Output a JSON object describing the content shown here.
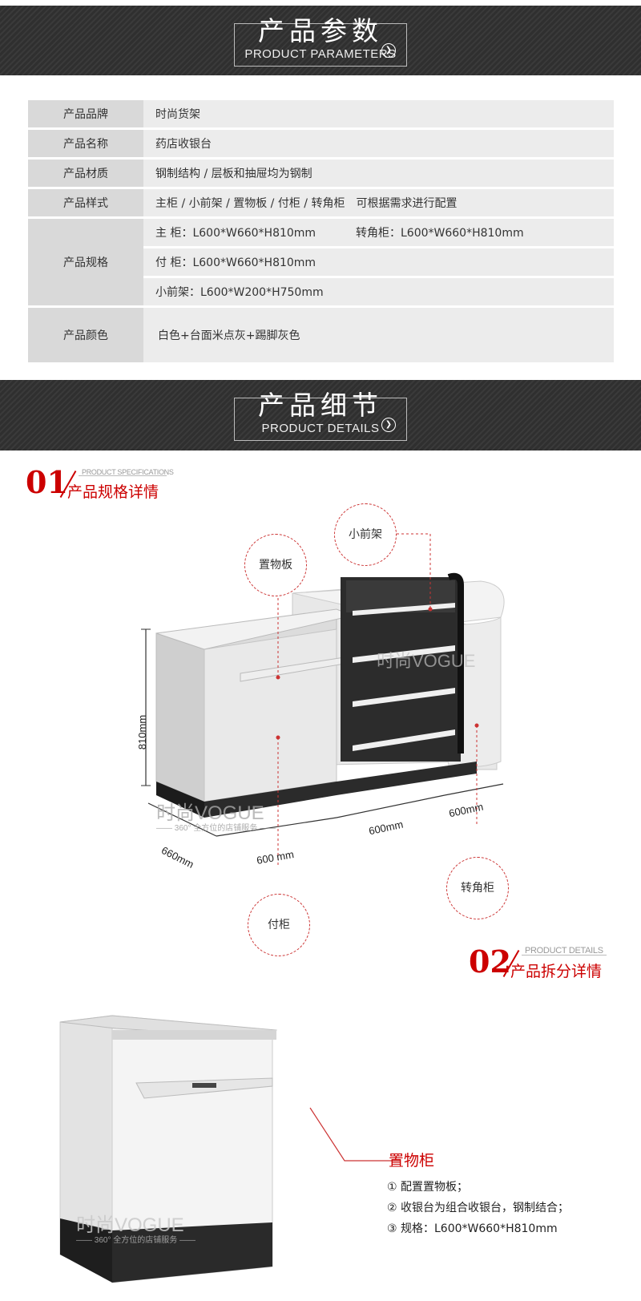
{
  "params_band": {
    "title_cn": "产品参数",
    "title_en": "PRODUCT PARAMETERS"
  },
  "params": {
    "brand_label": "产品品牌",
    "brand_value": "时尚货架",
    "name_label": "产品名称",
    "name_value": "药店收银台",
    "material_label": "产品材质",
    "material_value": "钢制结构 / 层板和抽屉均为钢制",
    "style_label": "产品样式",
    "style_value": "主柜 / 小前架 / 置物板 / 付柜 / 转角柜　可根据需求进行配置",
    "spec_label": "产品规格",
    "spec_main": "主 柜：L600*W660*H810mm",
    "spec_corner": "转角柜：L600*W660*H810mm",
    "spec_side": "付 柜：L600*W660*H810mm",
    "spec_front": "小前架：L600*W200*H750mm",
    "color_label": "产品颜色",
    "color_value": "白色+台面米点灰+踢脚灰色"
  },
  "details_band": {
    "title_cn": "产品细节",
    "title_en": "PRODUCT DETAILS"
  },
  "section1": {
    "num": "01",
    "en": "PRODUCT SPECIFICATIONS",
    "cn": "产品规格详情"
  },
  "section2": {
    "num": "02",
    "en": "PRODUCT DETAILS",
    "cn": "产品拆分详情"
  },
  "callouts": {
    "shelf_board": "置物板",
    "front_rack": "小前架",
    "corner_cabinet": "转角柜",
    "side_cabinet": "付柜"
  },
  "dimensions": {
    "height": "810mm",
    "depth": "660mm",
    "w1": "600 mm",
    "w2": "600mm",
    "w3": "600mm"
  },
  "watermark": {
    "brand": "时尚VOGUE",
    "tagline": "—— 360° 全方位的店铺服务 ——"
  },
  "detail_spec": {
    "title": "置物柜",
    "line1": "① 配置置物板；",
    "line2": "② 收银台为组合收银台，钢制结合；",
    "line3": "③ 规格：L600*W660*H810mm"
  },
  "colors": {
    "accent": "#cc0000",
    "band": "#333333"
  }
}
